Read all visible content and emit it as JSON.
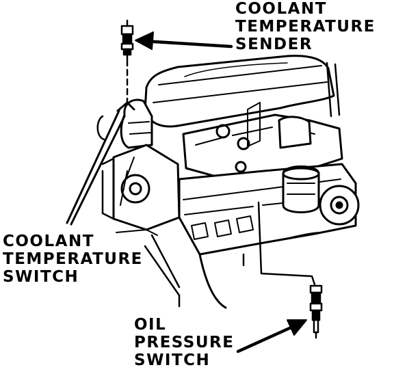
{
  "diagram": {
    "labels": {
      "coolant_temperature_sender": [
        "COOLANT",
        "TEMPERATURE",
        "SENDER"
      ],
      "coolant_temperature_switch": [
        "COOLANT",
        "TEMPERATURE",
        "SWITCH"
      ],
      "oil_pressure_switch": [
        "OIL",
        "PRESSURE",
        "SWITCH"
      ]
    },
    "colors": {
      "ink": "#000000",
      "paper": "#ffffff"
    }
  }
}
